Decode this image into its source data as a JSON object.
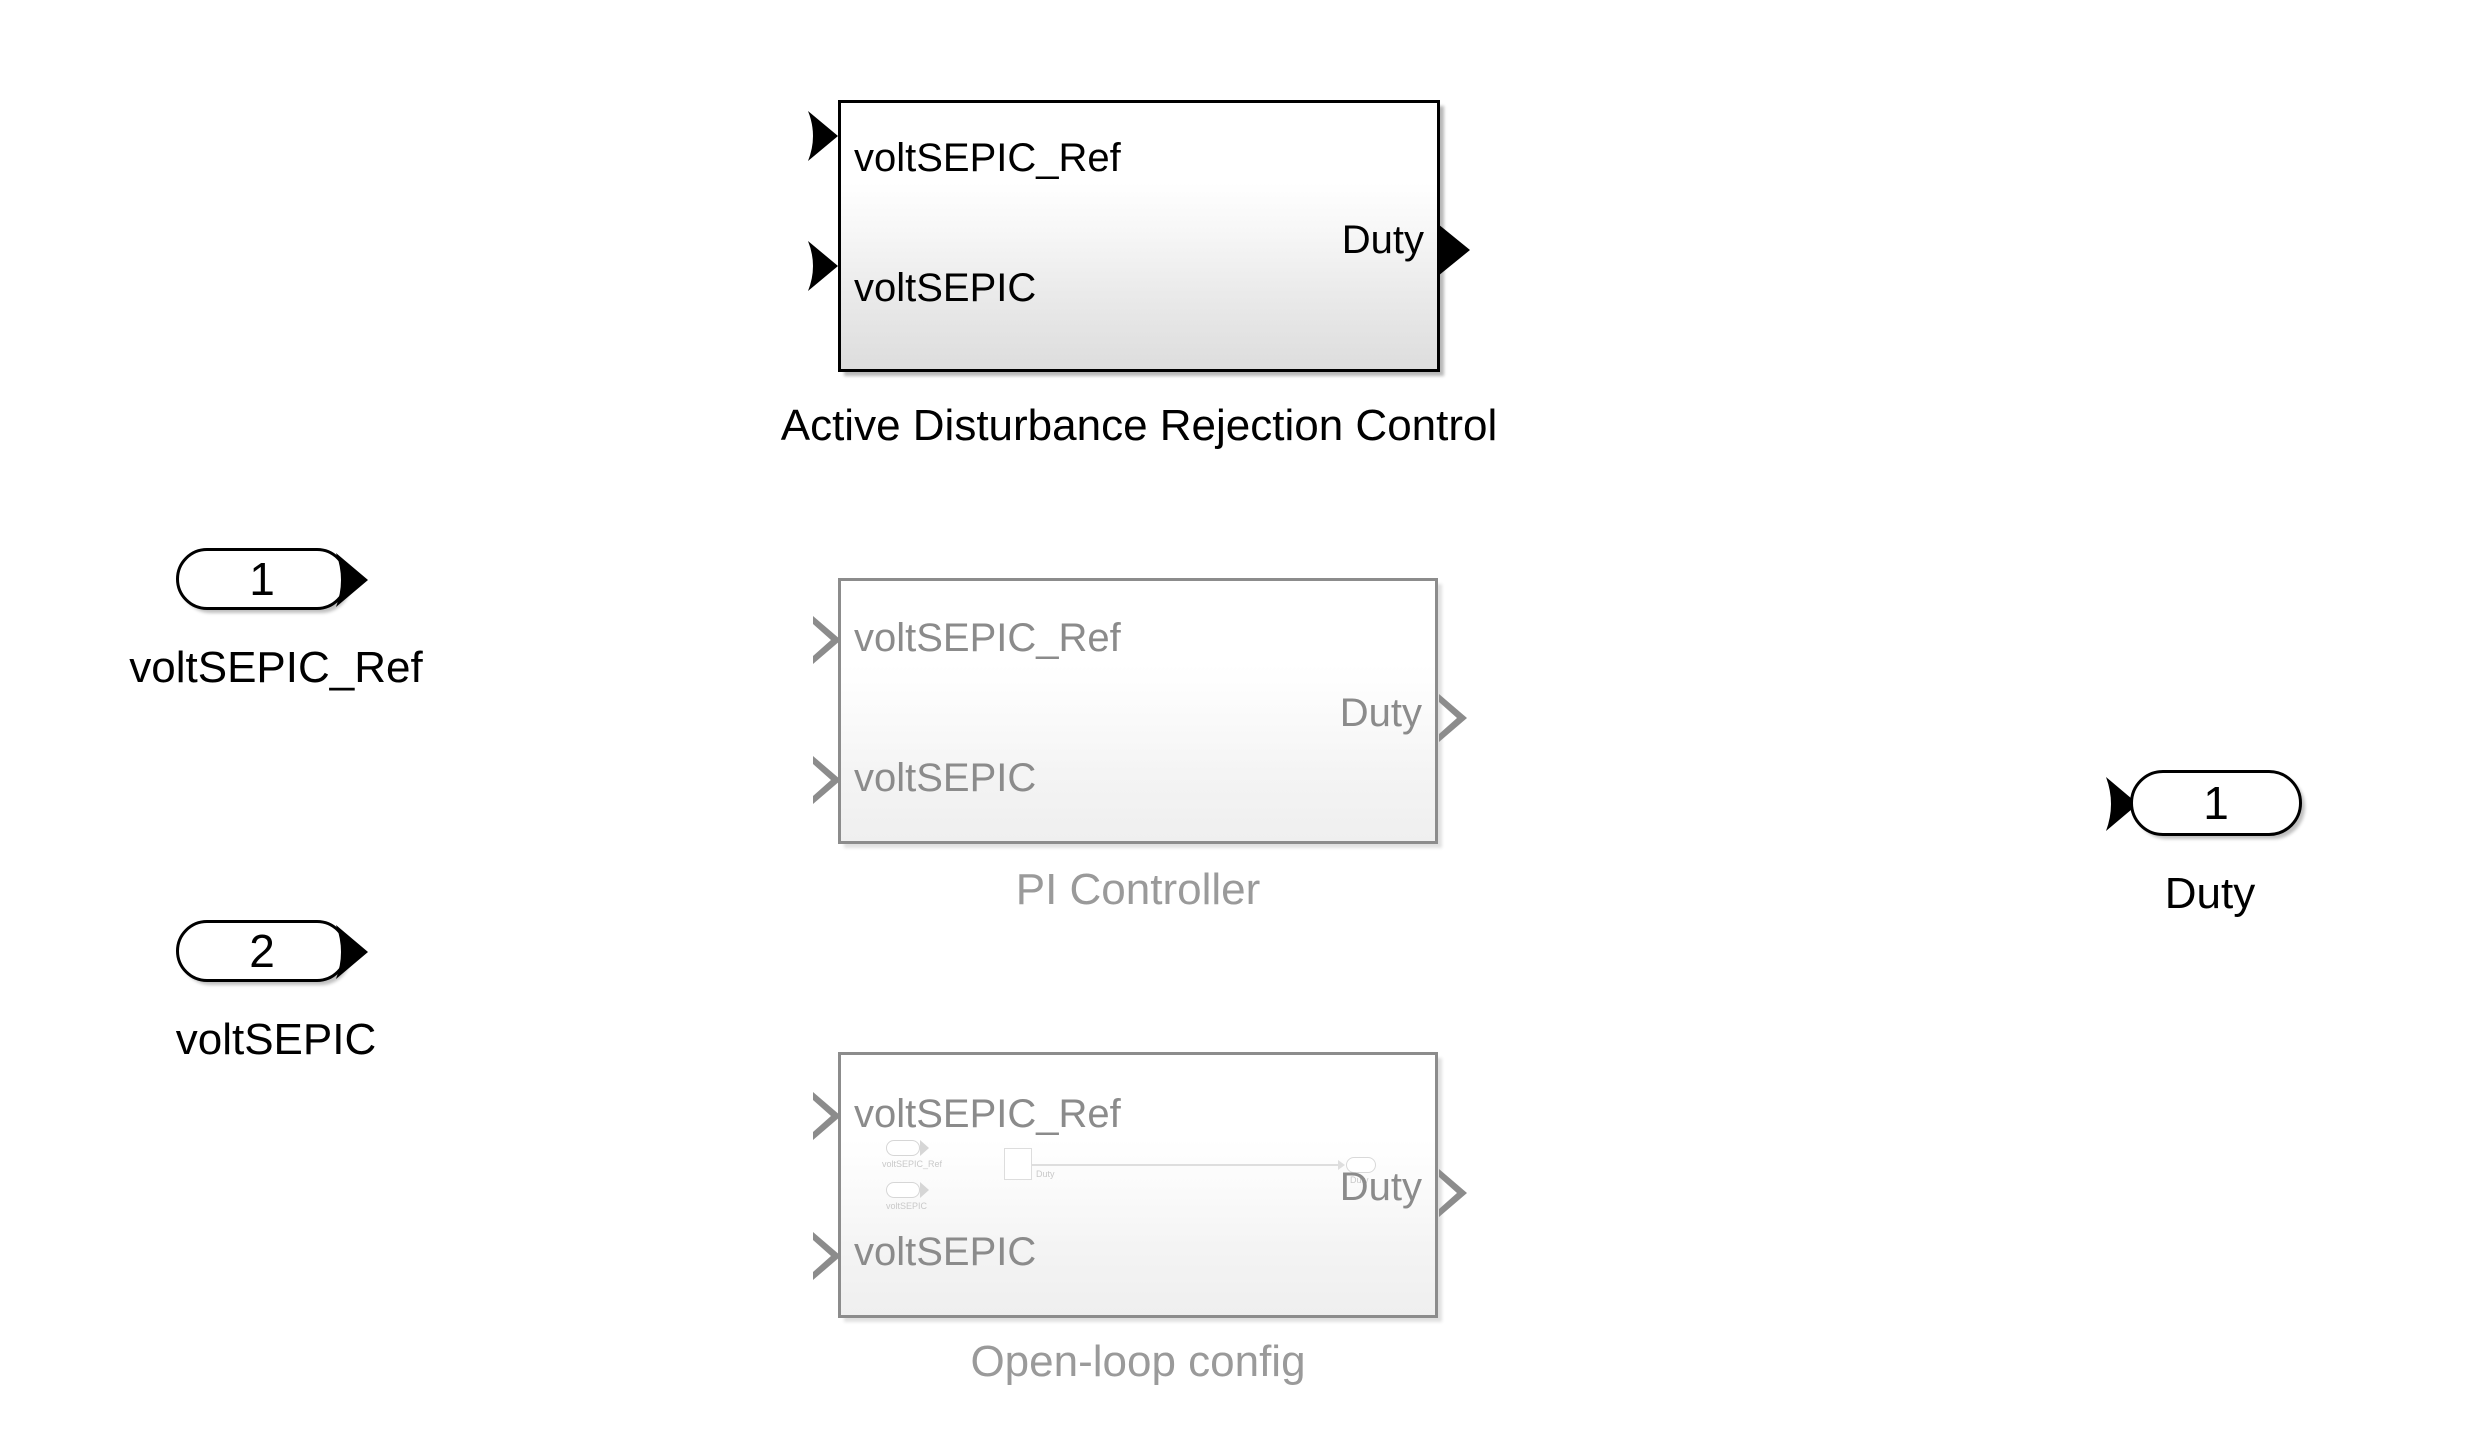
{
  "diagram": {
    "type": "simulink-subsystem-variant",
    "background": "#ffffff"
  },
  "blocks": [
    {
      "id": "adrc",
      "caption": "Active Disturbance Rejection Control",
      "state": "active",
      "inputs": [
        "voltSEPIC_Ref",
        "voltSEPIC"
      ],
      "outputs": [
        "Duty"
      ]
    },
    {
      "id": "pi",
      "caption": "PI Controller",
      "state": "commented",
      "inputs": [
        "voltSEPIC_Ref",
        "voltSEPIC"
      ],
      "outputs": [
        "Duty"
      ]
    },
    {
      "id": "openloop",
      "caption": "Open-loop config",
      "state": "commented",
      "inputs": [
        "voltSEPIC_Ref",
        "voltSEPIC"
      ],
      "outputs": [
        "Duty"
      ],
      "preview": {
        "inports": [
          "voltSEPIC_Ref",
          "voltSEPIC"
        ],
        "gain_label": "Duty",
        "outport": "Duty"
      }
    }
  ],
  "inports": [
    {
      "id": "in1",
      "number": "1",
      "caption": "voltSEPIC_Ref"
    },
    {
      "id": "in2",
      "number": "2",
      "caption": "voltSEPIC"
    }
  ],
  "outports": [
    {
      "id": "out1",
      "number": "1",
      "caption": "Duty"
    }
  ],
  "colors": {
    "active_border": "#000000",
    "active_text": "#000000",
    "muted_border": "#8c8c8c",
    "muted_text": "#9a9a9a",
    "muted_port_text": "#8b8b8b",
    "canvas": "#ffffff"
  }
}
